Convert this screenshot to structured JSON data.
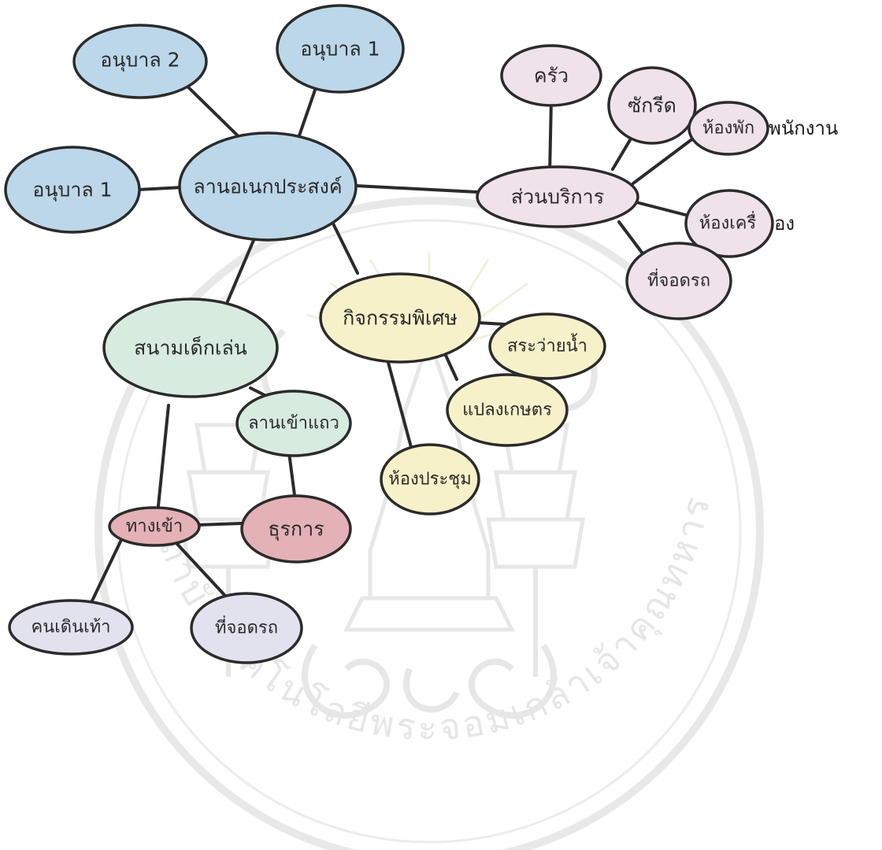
{
  "diagram": {
    "center": "ลานอเนกประสงค์",
    "nodes": {
      "anuban2": "อนุบาล 2",
      "anuban1_top": "อนุบาล 1",
      "anuban1_left": "อนุบาล 1",
      "service": "ส่วนบริการ",
      "kitchen": "ครัว",
      "laundry": "ซักรีด",
      "staff_room_a": "ห้องพัก",
      "staff_room_b": "พนักงาน",
      "machine_room_a": "ห้องเครื่",
      "machine_room_b": "อง",
      "parking_service": "ที่จอดรถ",
      "activity": "กิจกรรมพิเศษ",
      "pool": "สระว่ายน้ำ",
      "garden": "แปลงเกษตร",
      "meeting": "ห้องประชุม",
      "playground": "สนามเด็กเล่น",
      "queue_yard": "ลานเข้าแถว",
      "admin": "ธุรการ",
      "entrance": "ทางเข้า",
      "pedestrian": "คนเดินเท้า",
      "parking_entrance": "ที่จอดรถ"
    },
    "colors": {
      "blue": "#bcd7e9",
      "pink": "#efe2ea",
      "yellow": "#f6f1c8",
      "green": "#d7ebdf",
      "rose": "#e3b1b6",
      "lavender": "#e2e1ee",
      "stroke": "#2b2b2b"
    }
  },
  "watermark": {
    "text_left": "สถาบันเทคโนโลยีพระจอมเกล้าเจ้าคุณทหารลาดกระบัง",
    "emblem": "kmitl-seal-icon"
  }
}
